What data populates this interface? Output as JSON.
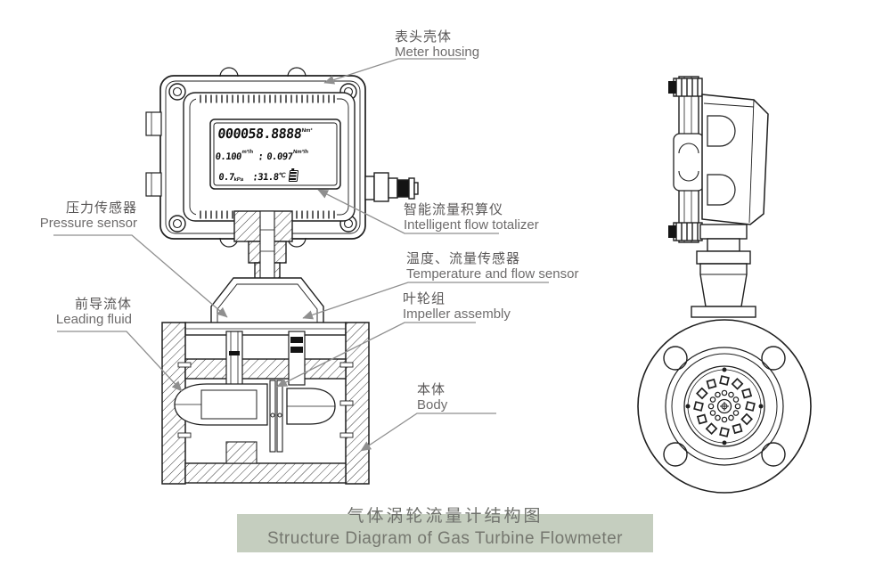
{
  "labels": {
    "meter_housing": {
      "zh": "表头壳体",
      "en": "Meter housing"
    },
    "pressure_sensor": {
      "zh": "压力传感器",
      "en": "Pressure sensor"
    },
    "leading_fluid": {
      "zh": "前导流体",
      "en": "Leading fluid"
    },
    "intelligent_flow_totalizer": {
      "zh": "智能流量积算仪",
      "en": "Intelligent flow totalizer"
    },
    "temperature_flow_sensor": {
      "zh": "温度、流量传感器",
      "en": "Temperature and flow sensor"
    },
    "impeller_assembly": {
      "zh": "叶轮组",
      "en": "Impeller assembly"
    },
    "body": {
      "zh": "本体",
      "en": "Body"
    }
  },
  "lcd": {
    "total_flow": "000058.8888",
    "total_flow_unit": "Nm³",
    "working_flow": "0.100",
    "working_flow_unit": "m³/h",
    "separator": ":",
    "standard_flow": "0.097",
    "standard_flow_unit": "Nm³/h",
    "pressure": "0.7",
    "pressure_unit": "kPa",
    "temperature": "31.8",
    "temperature_unit": "℃"
  },
  "title": {
    "zh": "气体涡轮流量计结构图",
    "en": "Structure Diagram of Gas Turbine Flowmeter"
  },
  "icons": {
    "battery": "battery-icon"
  },
  "colors": {
    "title_bg": "#c5cebf",
    "drawing_line": "#1f1f1f",
    "leader_line": "#8f8f8f",
    "label_text": "#6e6c6c"
  }
}
